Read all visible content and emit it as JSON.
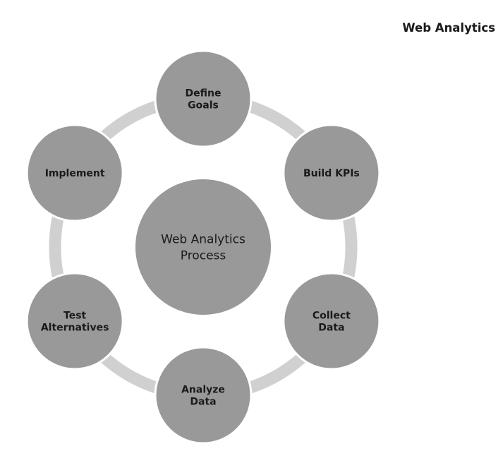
{
  "header": {
    "title": "Web Analytics"
  },
  "diagram": {
    "center": {
      "lines": [
        "Web Analytics",
        "Process"
      ]
    },
    "steps": [
      {
        "id": "define-goals",
        "lines": [
          "Define",
          "Goals"
        ]
      },
      {
        "id": "build-kpis",
        "lines": [
          "Build KPIs"
        ]
      },
      {
        "id": "collect-data",
        "lines": [
          "Collect",
          "Data"
        ]
      },
      {
        "id": "analyze-data",
        "lines": [
          "Analyze",
          "Data"
        ]
      },
      {
        "id": "test-alternatives",
        "lines": [
          "Test",
          "Alternatives"
        ]
      },
      {
        "id": "implement",
        "lines": [
          "Implement"
        ]
      }
    ],
    "colors": {
      "node_fill": "#999999",
      "node_stroke": "#ffffff",
      "ring": "#d0d0d0",
      "text": "#1a1a1a"
    }
  }
}
